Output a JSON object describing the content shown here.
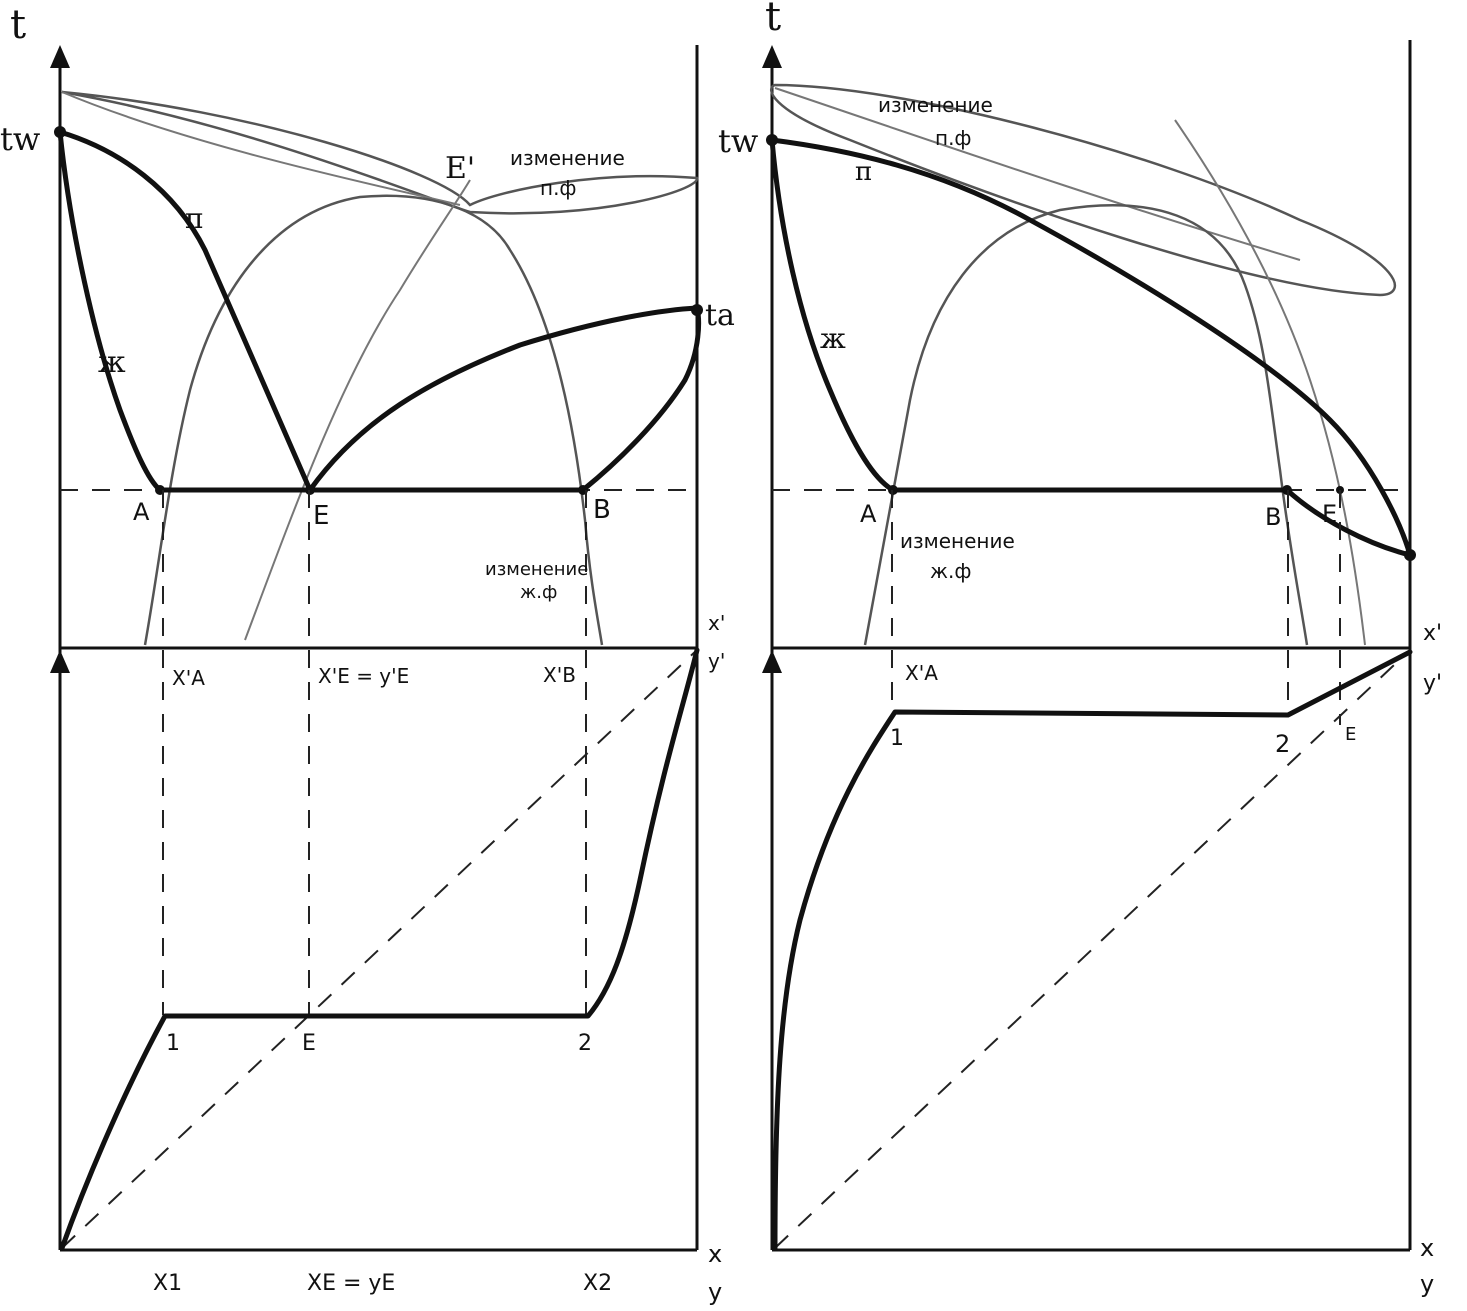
{
  "left": {
    "t_axis": "t",
    "t_w": "tw",
    "t_a": "ta",
    "zh": "ж",
    "p": "п",
    "E_prime": "E'",
    "change_pf_1": "изменение",
    "change_pf_2": "п.ф",
    "change_zf_1": "изменение",
    "change_zf_2": "ж.ф",
    "pt_A": "A",
    "pt_E": "E",
    "pt_B": "B",
    "x_A": "X'A",
    "x_E_eq": "X'E = y'E",
    "x_B": "X'B",
    "x1_y1_top": "x'",
    "x1_y1_bot": "y'",
    "pt_1": "1",
    "pt_E_low": "E",
    "pt_2": "2",
    "x1": "X1",
    "xE_yE": "XE = yE",
    "x2": "X2",
    "x_axis": "x",
    "y_axis": "y"
  },
  "right": {
    "t_axis": "t",
    "t_w": "tw",
    "zh": "ж",
    "p": "п",
    "change_pf_1": "изменение",
    "change_pf_2": "п.ф",
    "change_zf_1": "изменение",
    "change_zf_2": "ж.ф",
    "pt_A": "A",
    "pt_B": "B",
    "pt_E": "E",
    "x_A": "X'A",
    "x1_top": "x'",
    "y1_bot": "y'",
    "pt_1": "1",
    "pt_2": "2",
    "pt_E_low": "E",
    "x_axis": "x",
    "y_axis": "y"
  }
}
